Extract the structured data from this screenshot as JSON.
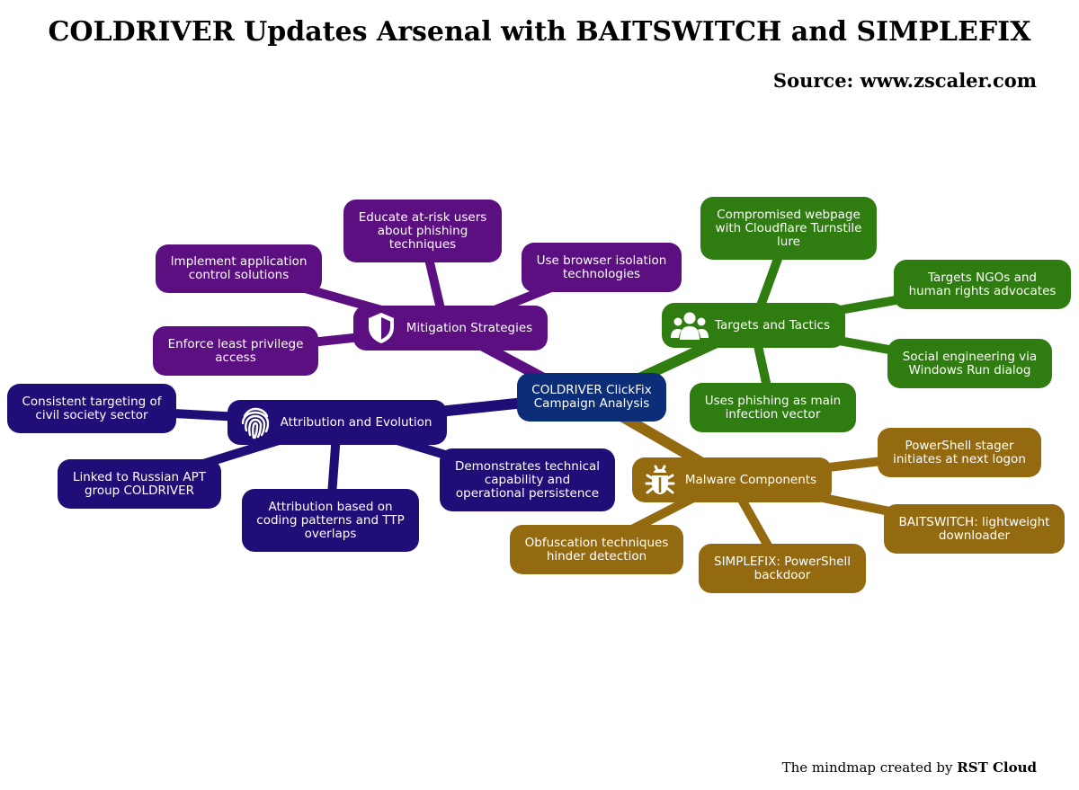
{
  "title": "COLDRIVER Updates Arsenal with BAITSWITCH and SIMPLEFIX",
  "source": "Source: www.zscaler.com",
  "footer": {
    "prefix": "The mindmap created by",
    "brand": "RST Cloud"
  },
  "colors": {
    "center": "#0c2d78",
    "mitigation": "#5b0f80",
    "targets": "#2f7d10",
    "attribution": "#200d78",
    "malware": "#946a10"
  },
  "mindmap": {
    "center": "COLDRIVER ClickFix\nCampaign Analysis",
    "branches": {
      "mitigation": {
        "label": "Mitigation Strategies",
        "icon": "shield-icon",
        "children": [
          "Educate at-risk users\nabout phishing\ntechniques",
          "Implement application\ncontrol solutions",
          "Use browser isolation\ntechnologies",
          "Enforce least privilege\naccess"
        ]
      },
      "targets": {
        "label": "Targets and Tactics",
        "icon": "users-icon",
        "children": [
          "Compromised webpage\nwith Cloudflare Turnstile\nlure",
          "Targets NGOs and\nhuman rights advocates",
          "Social engineering via\nWindows Run dialog",
          "Uses phishing as main\ninfection vector"
        ]
      },
      "attribution": {
        "label": "Attribution and Evolution",
        "icon": "fingerprint-icon",
        "children": [
          "Consistent targeting of\ncivil society sector",
          "Linked to Russian APT\ngroup COLDRIVER",
          "Attribution based on\ncoding patterns and TTP\noverlaps",
          "Demonstrates technical\ncapability and\noperational persistence"
        ]
      },
      "malware": {
        "label": "Malware Components",
        "icon": "bug-icon",
        "children": [
          "PowerShell stager\ninitiates at next logon",
          "BAITSWITCH: lightweight\ndownloader",
          "SIMPLEFIX: PowerShell\nbackdoor",
          "Obfuscation techniques\nhinder detection"
        ]
      }
    }
  }
}
